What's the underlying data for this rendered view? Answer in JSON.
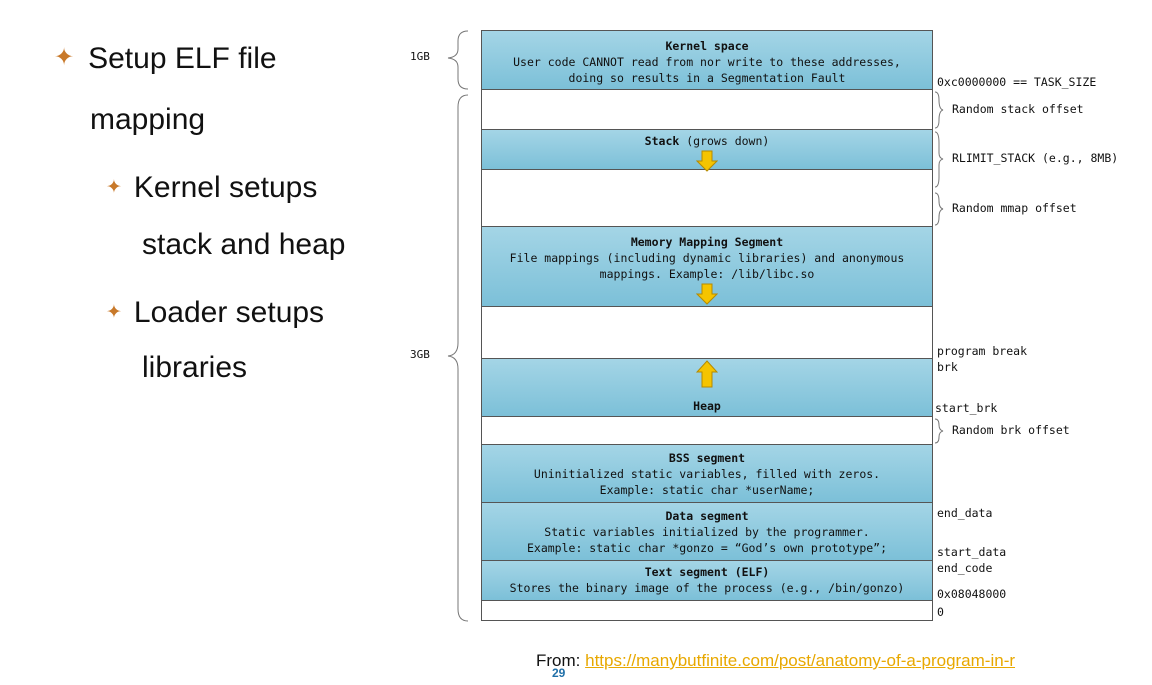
{
  "bullets": {
    "b1_line1": "Setup ELF file",
    "b1_line2": "mapping",
    "b2_line1": "Kernel setups",
    "b2_line2": "stack and heap",
    "b3_line1": "Loader setups",
    "b3_line2": "libraries",
    "marker": "✦"
  },
  "diagram": {
    "size_labels": {
      "top": "1GB",
      "bottom": "3GB"
    },
    "segments": {
      "kernel": {
        "title": "Kernel space",
        "line1": "User code CANNOT read from nor write to these addresses,",
        "line2": "doing so results in a Segmentation Fault"
      },
      "stack": {
        "title": "Stack",
        "note": "(grows down)"
      },
      "mmap": {
        "title": "Memory Mapping Segment",
        "line1": "File mappings (including dynamic libraries) and anonymous",
        "line2": "mappings. Example: /lib/libc.so"
      },
      "heap": {
        "title": "Heap"
      },
      "bss": {
        "title": "BSS segment",
        "line1": "Uninitialized static variables, filled with zeros.",
        "line2": "Example: static char *userName;"
      },
      "data": {
        "title": "Data segment",
        "line1": "Static variables initialized by the programmer.",
        "line2": "Example: static char *gonzo = “God’s own prototype”;"
      },
      "text": {
        "title": "Text segment (ELF)",
        "line1": "Stores the binary image of the process (e.g., /bin/gonzo)"
      }
    },
    "right_labels": {
      "task_size": "0xc0000000 == TASK_SIZE",
      "random_stack": "Random stack offset",
      "rlimit": "RLIMIT_STACK (e.g., 8MB)",
      "random_mmap": "Random mmap offset",
      "program_break": "program break",
      "brk": "brk",
      "start_brk": "start_brk",
      "random_brk": "Random brk offset",
      "end_data": "end_data",
      "start_data": "start_data",
      "end_code": "end_code",
      "text_start": "0x08048000",
      "zero": "0"
    },
    "colors": {
      "segment_fill": "#8ccbe0",
      "arrow_fill": "#f5c400",
      "border": "#555555"
    }
  },
  "footer": {
    "source_prefix": "From:",
    "source_link": "https://manybutfinite.com/post/anatomy-of-a-program-in-r",
    "page_number": "29"
  }
}
